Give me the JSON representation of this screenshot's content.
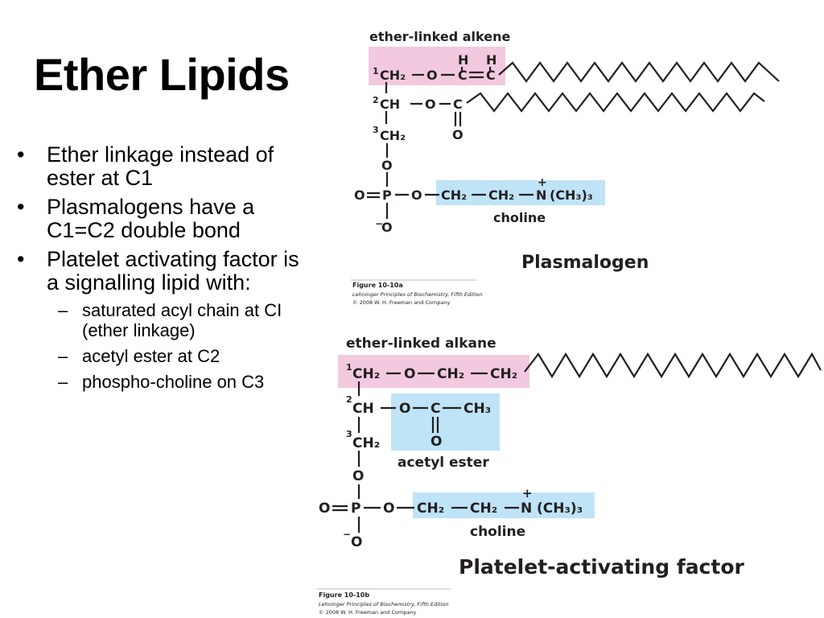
{
  "slide": {
    "title": "Ether Lipids"
  },
  "bullets": [
    {
      "marker": "•",
      "text": "Ether linkage instead of ester at C1"
    },
    {
      "marker": "•",
      "text": "Plasmalogens have a C1=C2 double bond"
    },
    {
      "marker": "•",
      "text": "Platelet activating factor is a signalling lipid with:"
    }
  ],
  "sub_bullets": [
    {
      "marker": "–",
      "text": "saturated acyl chain at CI (ether linkage)"
    },
    {
      "marker": "–",
      "text": "acetyl ester at C2"
    },
    {
      "marker": "–",
      "text": "phospho-choline on C3"
    }
  ],
  "colors": {
    "ether_highlight": "#f2c9df",
    "headgroup_highlight": "#bfe3f7",
    "bond_line": "#231f20"
  },
  "figure_a": {
    "ether_label": "ether-linked alkene",
    "c1_num": "1",
    "c1": "CH₂",
    "ether_o": "O",
    "vinyl_c1": "C",
    "vinyl_c2": "C",
    "vinyl_h1": "H",
    "vinyl_h2": "H",
    "c2_num": "2",
    "c2": "CH",
    "ester_o": "O",
    "acyl_c": "C",
    "carbonyl_o": "O",
    "c3_num": "3",
    "c3": "CH₂",
    "link_o": "O",
    "p_double_o": "O",
    "p": "P",
    "p_o": "O",
    "minus": "−",
    "p_bottom_o": "O",
    "ch2_a": "CH₂",
    "ch2_b": "CH₂",
    "plus": "+",
    "n": "N",
    "trimethyl": "(CH₃)₃",
    "choline_label": "choline",
    "name": "Plasmalogen",
    "figure_ref": "Figure 10-10a",
    "book": "Lehninger Principles of Biochemistry, Fifth Edition",
    "copyright": "© 2008 W. H. Freeman and Company"
  },
  "figure_b": {
    "ether_label": "ether-linked alkane",
    "c1_num": "1",
    "c1": "CH₂",
    "ether_o": "O",
    "ch2_e1": "CH₂",
    "ch2_e2": "CH₂",
    "c2_num": "2",
    "c2": "CH",
    "ester_o": "O",
    "acetyl_c": "C",
    "acetyl_ch3": "CH₃",
    "carbonyl_o": "O",
    "acetyl_label": "acetyl ester",
    "c3_num": "3",
    "c3": "CH₂",
    "link_o": "O",
    "p_double_o": "O",
    "p": "P",
    "p_o": "O",
    "minus": "−",
    "p_bottom_o": "O",
    "ch2_a": "CH₂",
    "ch2_b": "CH₂",
    "plus": "+",
    "n": "N",
    "trimethyl": "(CH₃)₃",
    "choline_label": "choline",
    "name": "Platelet-activating factor",
    "figure_ref": "Figure 10-10b",
    "book": "Lehninger Principles of Biochemistry, Fifth Edition",
    "copyright": "© 2008 W. H. Freeman and Company"
  }
}
